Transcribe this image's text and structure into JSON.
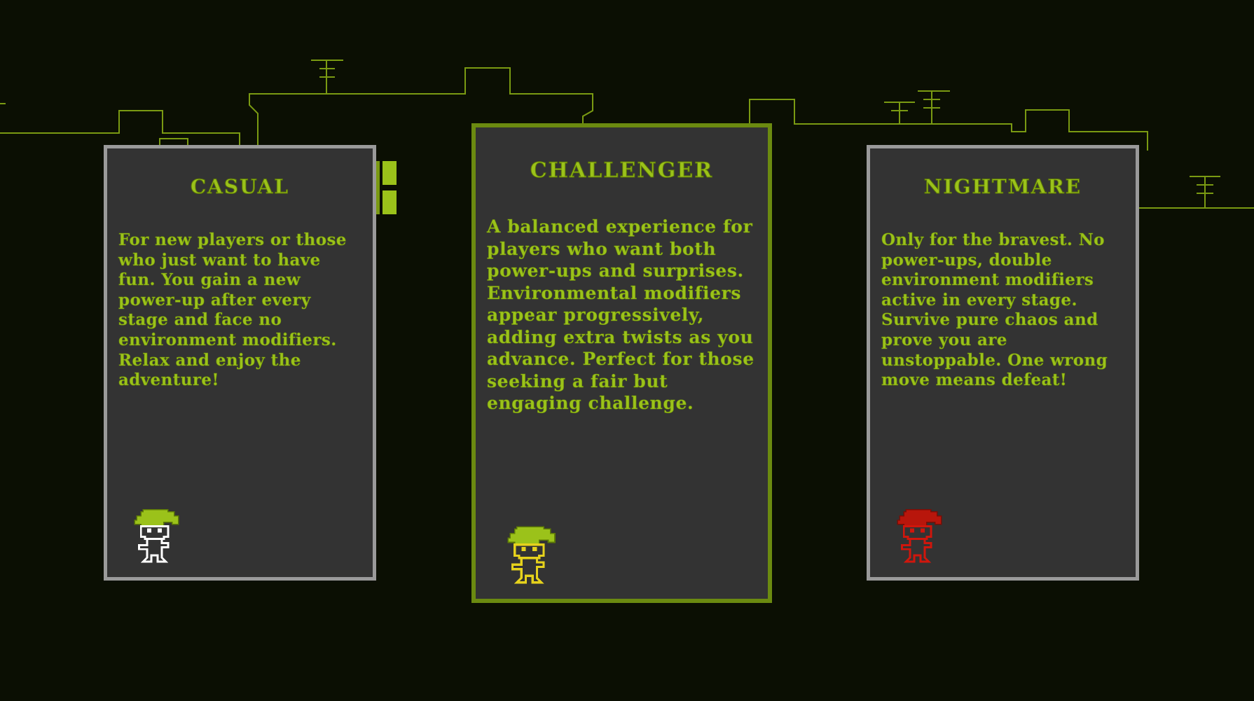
{
  "screen": {
    "background_color": "#0b0f03",
    "circuit_color": "#7a9a12",
    "accent_color": "#9bc21a"
  },
  "difficulties": [
    {
      "id": "casual",
      "title": "CASUAL",
      "description": "For new players or those who just want to have fun. You gain a new power-up after every stage and face no environment modifiers. Relax and enjoy the adventure!",
      "selected": false,
      "sprite_color": "#ffffff",
      "sprite_icon": "character-icon"
    },
    {
      "id": "challenger",
      "title": "CHALLENGER",
      "description": "A balanced experience for players who want both power-ups and surprises. Environmental modifiers appear progressively, adding extra twists as you advance. Perfect for those seeking a fair but engaging challenge.",
      "selected": true,
      "sprite_color": "#e6d21c",
      "sprite_icon": "character-icon"
    },
    {
      "id": "nightmare",
      "title": "NIGHTMARE",
      "description": "Only for the bravest. No power-ups, double environment modifiers active in every stage. Survive pure chaos and prove you are unstoppable. One wrong move means defeat!",
      "selected": false,
      "sprite_color": "#d0160c",
      "sprite_icon": "character-icon"
    }
  ]
}
